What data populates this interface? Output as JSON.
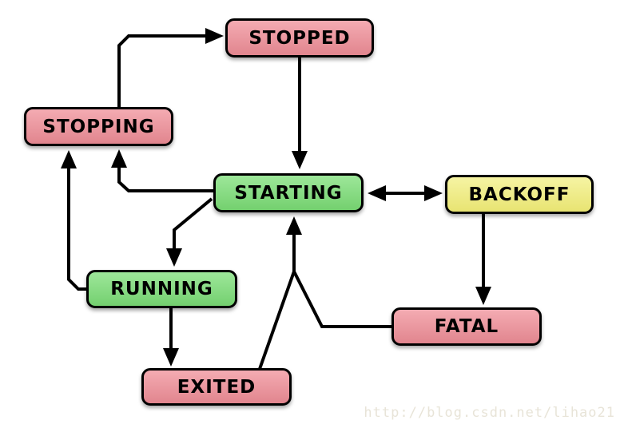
{
  "diagram": {
    "type": "state-diagram",
    "nodes": [
      {
        "id": "stopped",
        "label": "STOPPED",
        "color": "#ef9ea7",
        "color_name": "red"
      },
      {
        "id": "stopping",
        "label": "STOPPING",
        "color": "#ef9ea7",
        "color_name": "red"
      },
      {
        "id": "starting",
        "label": "STARTING",
        "color": "#8ee288",
        "color_name": "green"
      },
      {
        "id": "backoff",
        "label": "BACKOFF",
        "color": "#f0ee8a",
        "color_name": "yellow"
      },
      {
        "id": "running",
        "label": "RUNNING",
        "color": "#8ee288",
        "color_name": "green"
      },
      {
        "id": "fatal",
        "label": "FATAL",
        "color": "#ef9ea7",
        "color_name": "red"
      },
      {
        "id": "exited",
        "label": "EXITED",
        "color": "#ef9ea7",
        "color_name": "red"
      }
    ],
    "edges": [
      {
        "from": "stopping",
        "to": "stopped",
        "bidirectional": false
      },
      {
        "from": "stopped",
        "to": "starting",
        "bidirectional": false
      },
      {
        "from": "starting",
        "to": "backoff",
        "bidirectional": true
      },
      {
        "from": "backoff",
        "to": "fatal",
        "bidirectional": false
      },
      {
        "from": "starting",
        "to": "stopping",
        "bidirectional": false
      },
      {
        "from": "running",
        "to": "stopping",
        "bidirectional": false
      },
      {
        "from": "starting",
        "to": "running",
        "bidirectional": false
      },
      {
        "from": "running",
        "to": "exited",
        "bidirectional": false
      },
      {
        "from": "exited",
        "to": "starting",
        "bidirectional": false
      },
      {
        "from": "fatal",
        "to": "starting",
        "bidirectional": false
      }
    ],
    "line_color": "#000000",
    "border_color": "#000000"
  },
  "watermark": {
    "text": "http://blog.csdn.net/lihao21",
    "color": "#e8e4d8"
  }
}
